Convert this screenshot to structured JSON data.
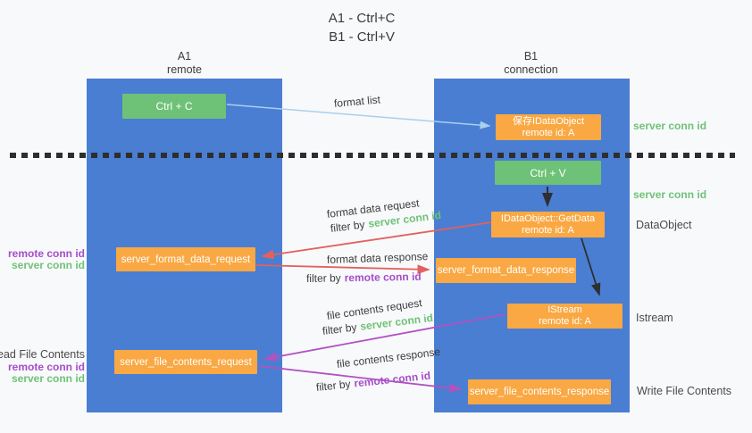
{
  "title": {
    "line1": "A1 - Ctrl+C",
    "line2": "B1 - Ctrl+V"
  },
  "lifelines": {
    "a1": {
      "name": "A1",
      "subtitle": "remote"
    },
    "b1": {
      "name": "B1",
      "subtitle": "connection"
    }
  },
  "nodes": {
    "ctrl_c": "Ctrl + C",
    "ctrl_v": "Ctrl + V",
    "save_idataobject": {
      "line1": "保存IDataObject",
      "line2": "remote id: A"
    },
    "getdata": {
      "line1": "IDataObject::GetData",
      "line2": "remote id: A"
    },
    "istream": {
      "line1": "IStream",
      "line2": "remote id: A"
    },
    "server_format_data_request": "server_format_data_request",
    "server_format_data_response": "server_format_data_response",
    "server_file_contents_request": "server_file_contents_request",
    "server_file_contents_response": "server_file_contents_response"
  },
  "arrow_labels": {
    "format_list": "format list",
    "format_data_request": "format data request",
    "format_data_response": "format data response",
    "file_contents_request": "file contents request",
    "file_contents_response": "file contents response",
    "filter_by": "filter by",
    "server_conn_id": "server conn id",
    "remote_conn_id": "remote conn id"
  },
  "side_labels": {
    "right_server_conn_1": "server conn id",
    "right_server_conn_2": "server conn id",
    "dataobject": "DataObject",
    "istream": "Istream",
    "write_file_contents": "Write File Contents",
    "left_remote_conn_1": "remote conn id",
    "left_server_conn_1": "server conn id",
    "read_file_contents": "Read File Contents",
    "left_remote_conn_2": "remote conn id",
    "left_server_conn_2": "server conn id"
  },
  "colors": {
    "lifeline-blue": "#4a7ed2",
    "box-green": "#6ec277",
    "box-orange": "#f9a843",
    "arrow-blue": "#a8cfee",
    "arrow-black": "#2f2f2f",
    "arrow-red": "#e2615e",
    "arrow-purple": "#b052c0",
    "text-green": "#6fc277",
    "text-purple": "#a64dc8",
    "text-dark": "#3d3d3d",
    "text-gray": "#4a4a4a",
    "dash": "#2e2e2e",
    "background": "#f8f9fb"
  }
}
